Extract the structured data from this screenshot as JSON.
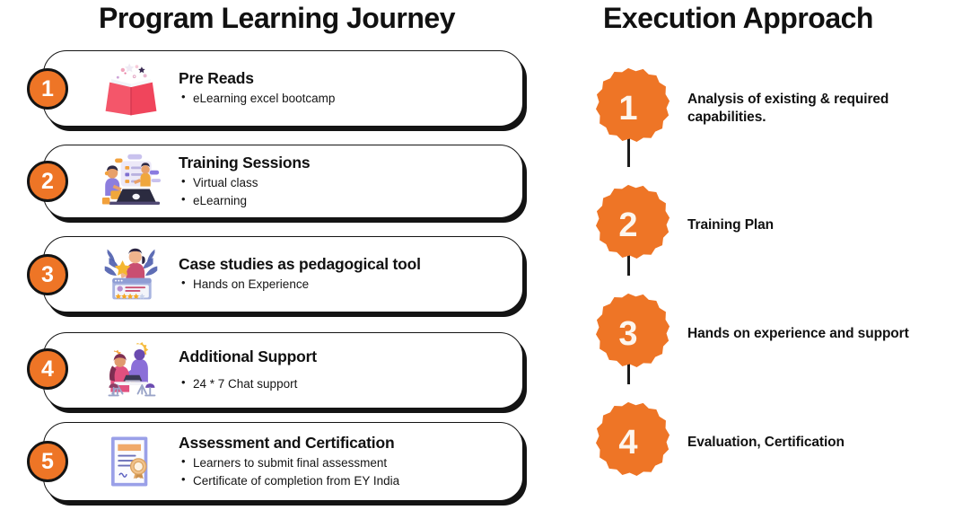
{
  "panels": {
    "left_title": "Program Learning Journey",
    "right_title": "Execution Approach"
  },
  "journey": {
    "steps": [
      {
        "number": "1",
        "icon": "open-book-icon",
        "title": "Pre Reads",
        "bullets": [
          "eLearning excel bootcamp"
        ]
      },
      {
        "number": "2",
        "icon": "online-training-icon",
        "title": "Training Sessions",
        "bullets": [
          "Virtual class",
          "eLearning"
        ]
      },
      {
        "number": "3",
        "icon": "star-review-icon",
        "title": "Case studies as pedagogical tool",
        "bullets": [
          "Hands on Experience"
        ]
      },
      {
        "number": "4",
        "icon": "support-team-icon",
        "title": "Additional Support",
        "bullets": [
          "24 * 7 Chat support"
        ]
      },
      {
        "number": "5",
        "icon": "certificate-icon",
        "title": "Assessment and Certification",
        "bullets": [
          "Learners to submit final assessment",
          "Certificate of completion from EY India"
        ]
      }
    ]
  },
  "approach": {
    "steps": [
      {
        "number": "1",
        "label": "Analysis of existing & required capabilities."
      },
      {
        "number": "2",
        "label": "Training Plan"
      },
      {
        "number": "3",
        "label": "Hands on experience and support"
      },
      {
        "number": "4",
        "label": "Evaluation, Certification"
      }
    ]
  },
  "colors": {
    "accent_orange": "#ee7526",
    "outline_dark": "#141414",
    "text_dark": "#111111",
    "badge_number": "#ffffff",
    "background": "#ffffff"
  }
}
